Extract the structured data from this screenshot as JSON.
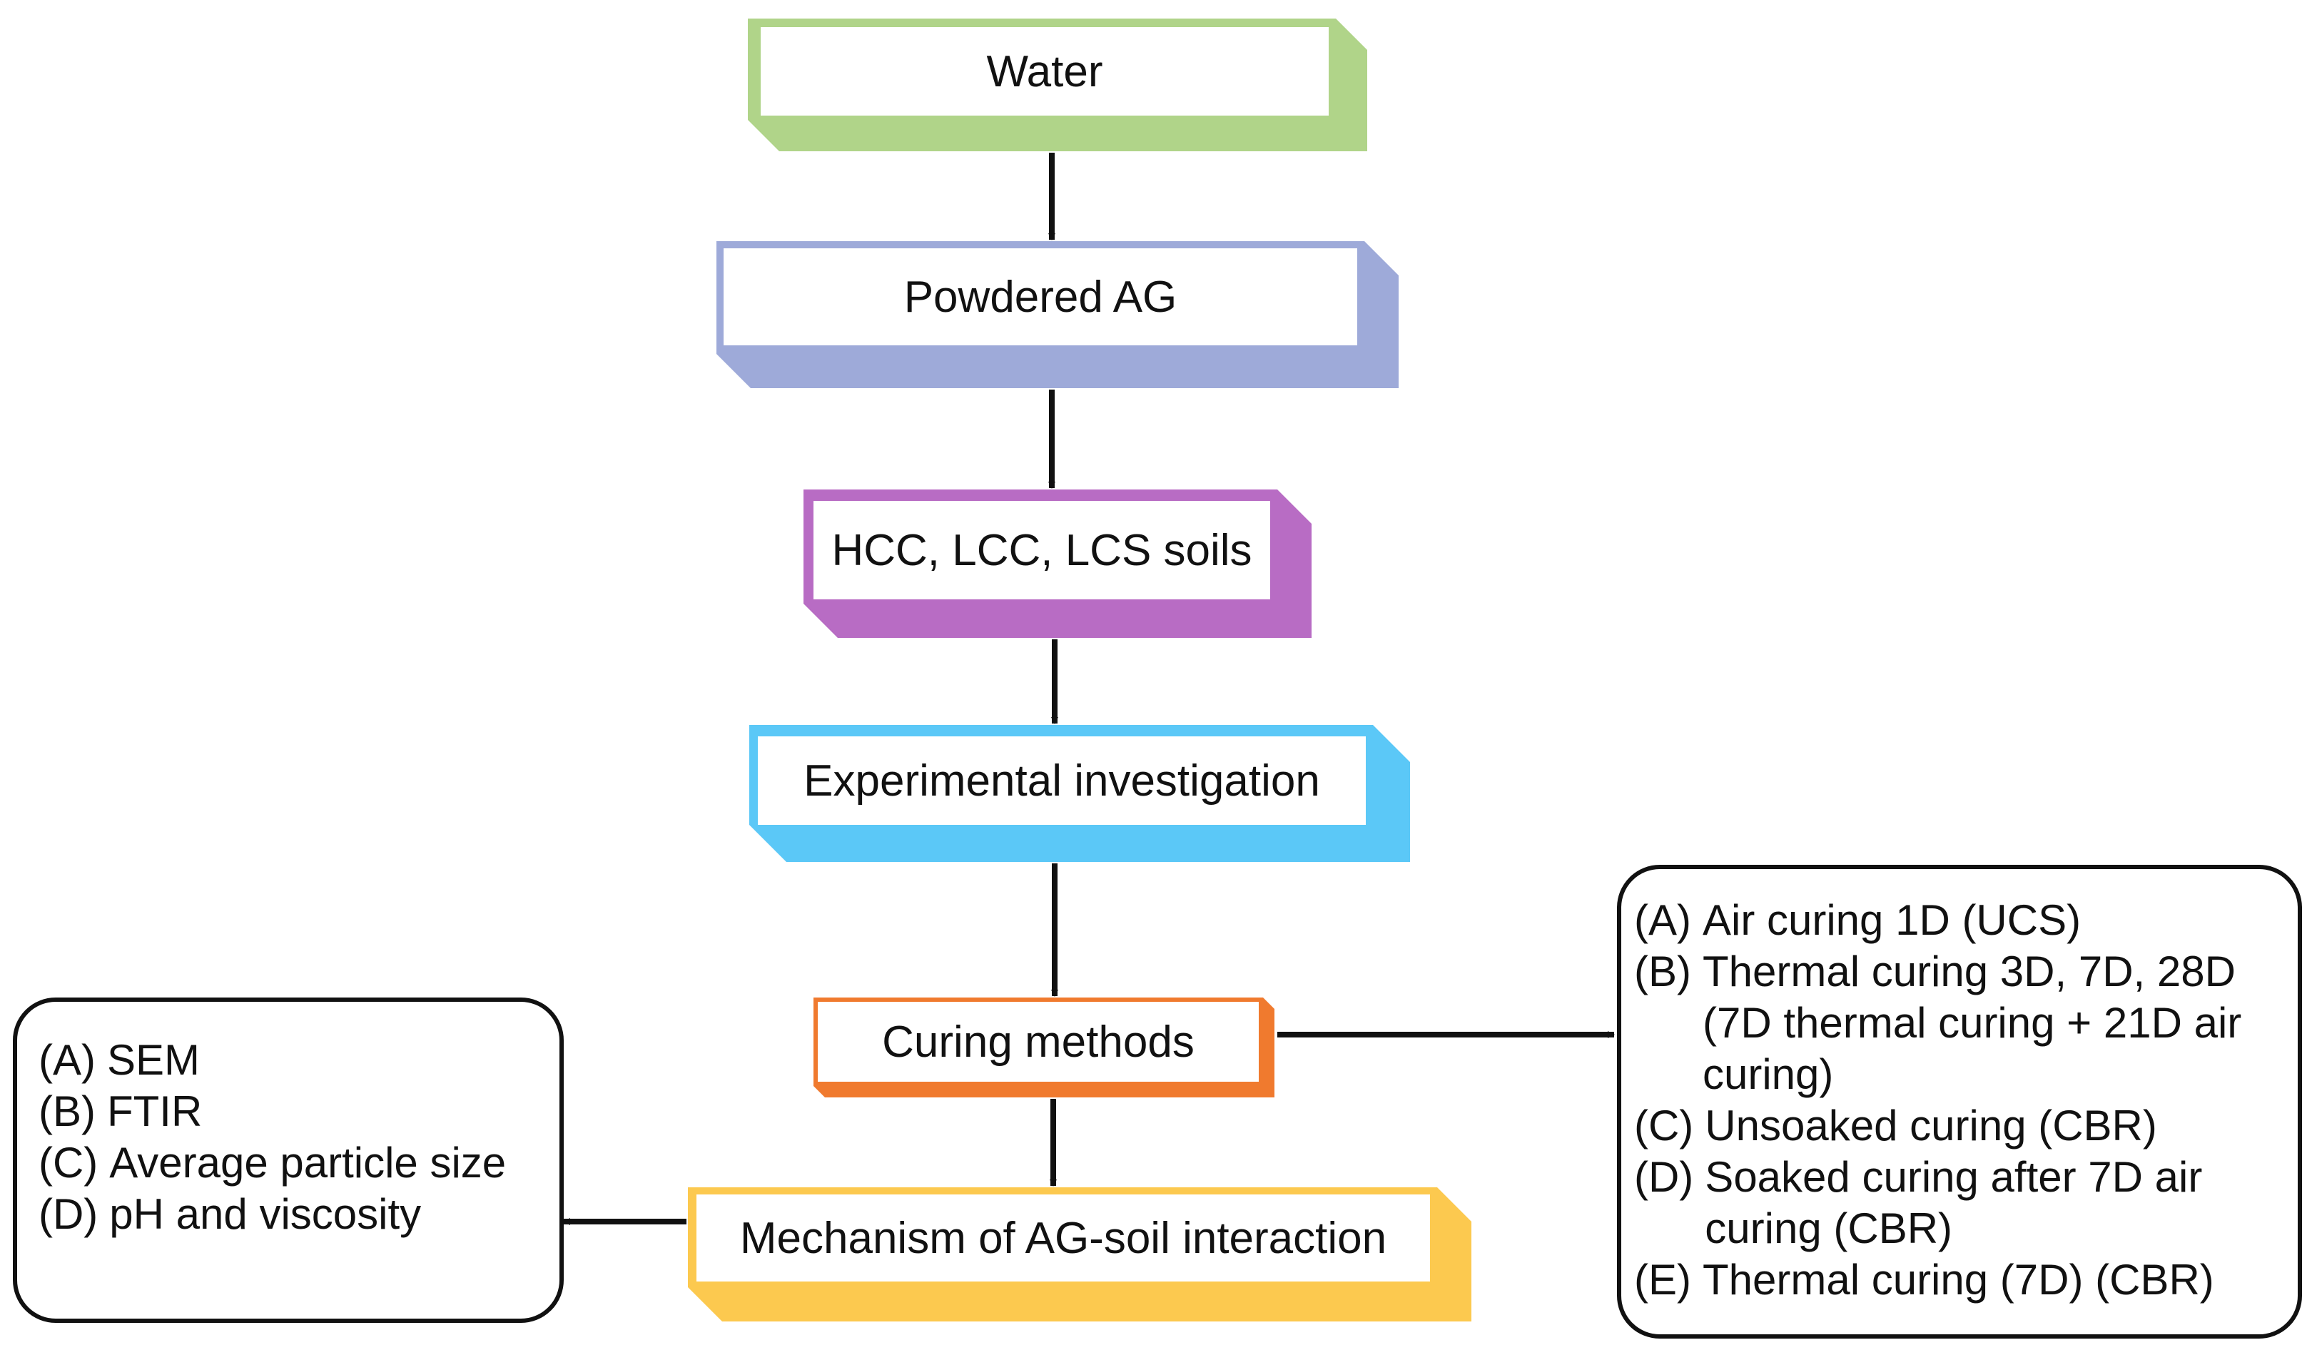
{
  "colors": {
    "water": "#b0d489",
    "powdered": "#9eaad9",
    "soils": "#b86cc4",
    "experimental": "#5bc8f7",
    "curing": "#f07a2e",
    "mechanism": "#fcc94f",
    "arrow": "#111111"
  },
  "nodes": {
    "water": "Water",
    "powdered_ag": "Powdered AG",
    "soils": "HCC, LCC, LCS soils",
    "experimental": "Experimental investigation",
    "curing_methods": "Curing methods",
    "mechanism": "Mechanism of AG-soil interaction"
  },
  "left_panel": {
    "items": [
      {
        "tag": "(A)",
        "text": "SEM"
      },
      {
        "tag": "(B)",
        "text": "FTIR"
      },
      {
        "tag": "(C)",
        "text": "Average particle size"
      },
      {
        "tag": "(D)",
        "text": "pH and viscosity"
      }
    ]
  },
  "right_panel": {
    "items": [
      {
        "tag": "(A)",
        "text": "Air curing 1D (UCS)"
      },
      {
        "tag": "(B)",
        "text": "Thermal curing 3D, 7D, 28D (7D thermal curing + 21D air curing)"
      },
      {
        "tag": "(C)",
        "text": "Unsoaked curing (CBR)"
      },
      {
        "tag": "(D)",
        "text": "Soaked curing after 7D air curing (CBR)"
      },
      {
        "tag": "(E)",
        "text": "Thermal curing (7D) (CBR)"
      }
    ]
  }
}
